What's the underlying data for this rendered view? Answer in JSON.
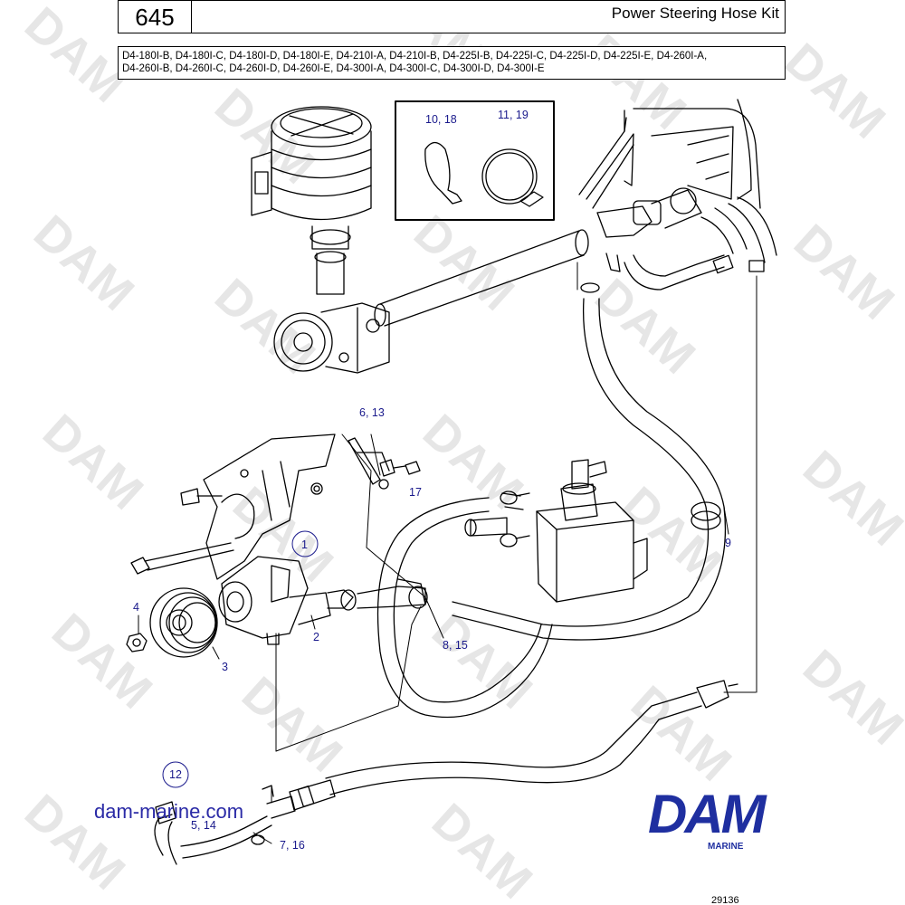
{
  "header": {
    "page_number": "645",
    "title": "Power Steering Hose Kit"
  },
  "models": {
    "line1": "D4-180I-B, D4-180I-C, D4-180I-D, D4-180I-E, D4-210I-A, D4-210I-B, D4-225I-B, D4-225I-C, D4-225I-D, D4-225I-E, D4-260I-A,",
    "line2": "D4-260I-B, D4-260I-C, D4-260I-D, D4-260I-E, D4-300I-A, D4-300I-C, D4-300I-D, D4-300I-E"
  },
  "callouts": {
    "c10_18": "10,  18",
    "c11_19": "11,  19",
    "c6_13": "6,  13",
    "c17": "17",
    "c1": "1",
    "c4": "4",
    "c2": "2",
    "c3": "3",
    "c8_15": "8,  15",
    "c9": "9",
    "c12": "12",
    "c5_14": "5,  14",
    "c7_16": "7,  16"
  },
  "footer": {
    "website": "dam-marine.com",
    "logo_text": "DAM",
    "logo_sub": "MARINE",
    "drawing_ref": "29136"
  },
  "watermark": "DAM",
  "colors": {
    "callout": "#1a1a8c",
    "brand": "#1f2fa0",
    "watermark": "#e6e6e6"
  }
}
